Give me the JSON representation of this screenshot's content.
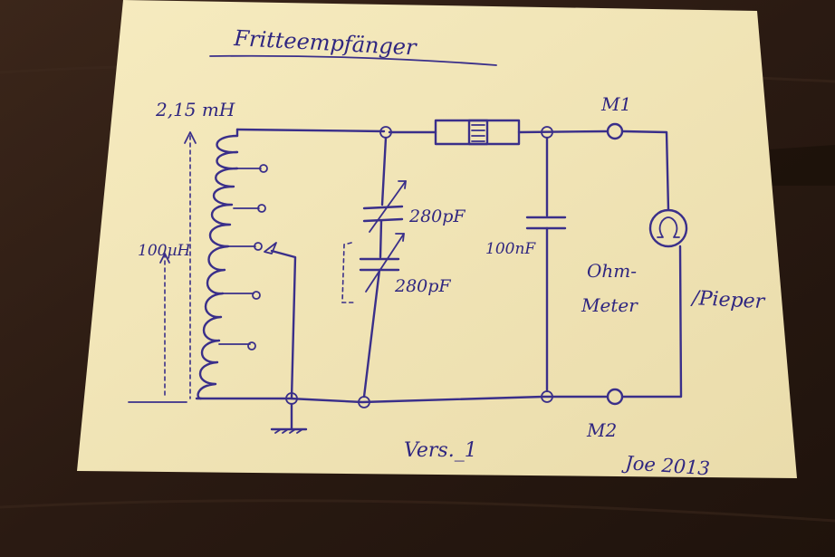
{
  "diagram": {
    "title": "Fritteempfänger",
    "labels": {
      "inductance_total": "2,15 mH",
      "inductance_partial": "100µH",
      "cap_variable_1": "280pF",
      "cap_variable_2": "280pF",
      "cap_fixed": "100nF",
      "meter_line1": "Ohm-",
      "meter_line2": "Meter",
      "beeper": "/Pieper",
      "terminal_1": "M1",
      "terminal_2": "M2",
      "version": "Vers._1",
      "signature": "Joe 2013"
    },
    "colors": {
      "ink": "#3a2f8a",
      "paper": "#f3e6b5",
      "table": "#2a1a12"
    }
  }
}
